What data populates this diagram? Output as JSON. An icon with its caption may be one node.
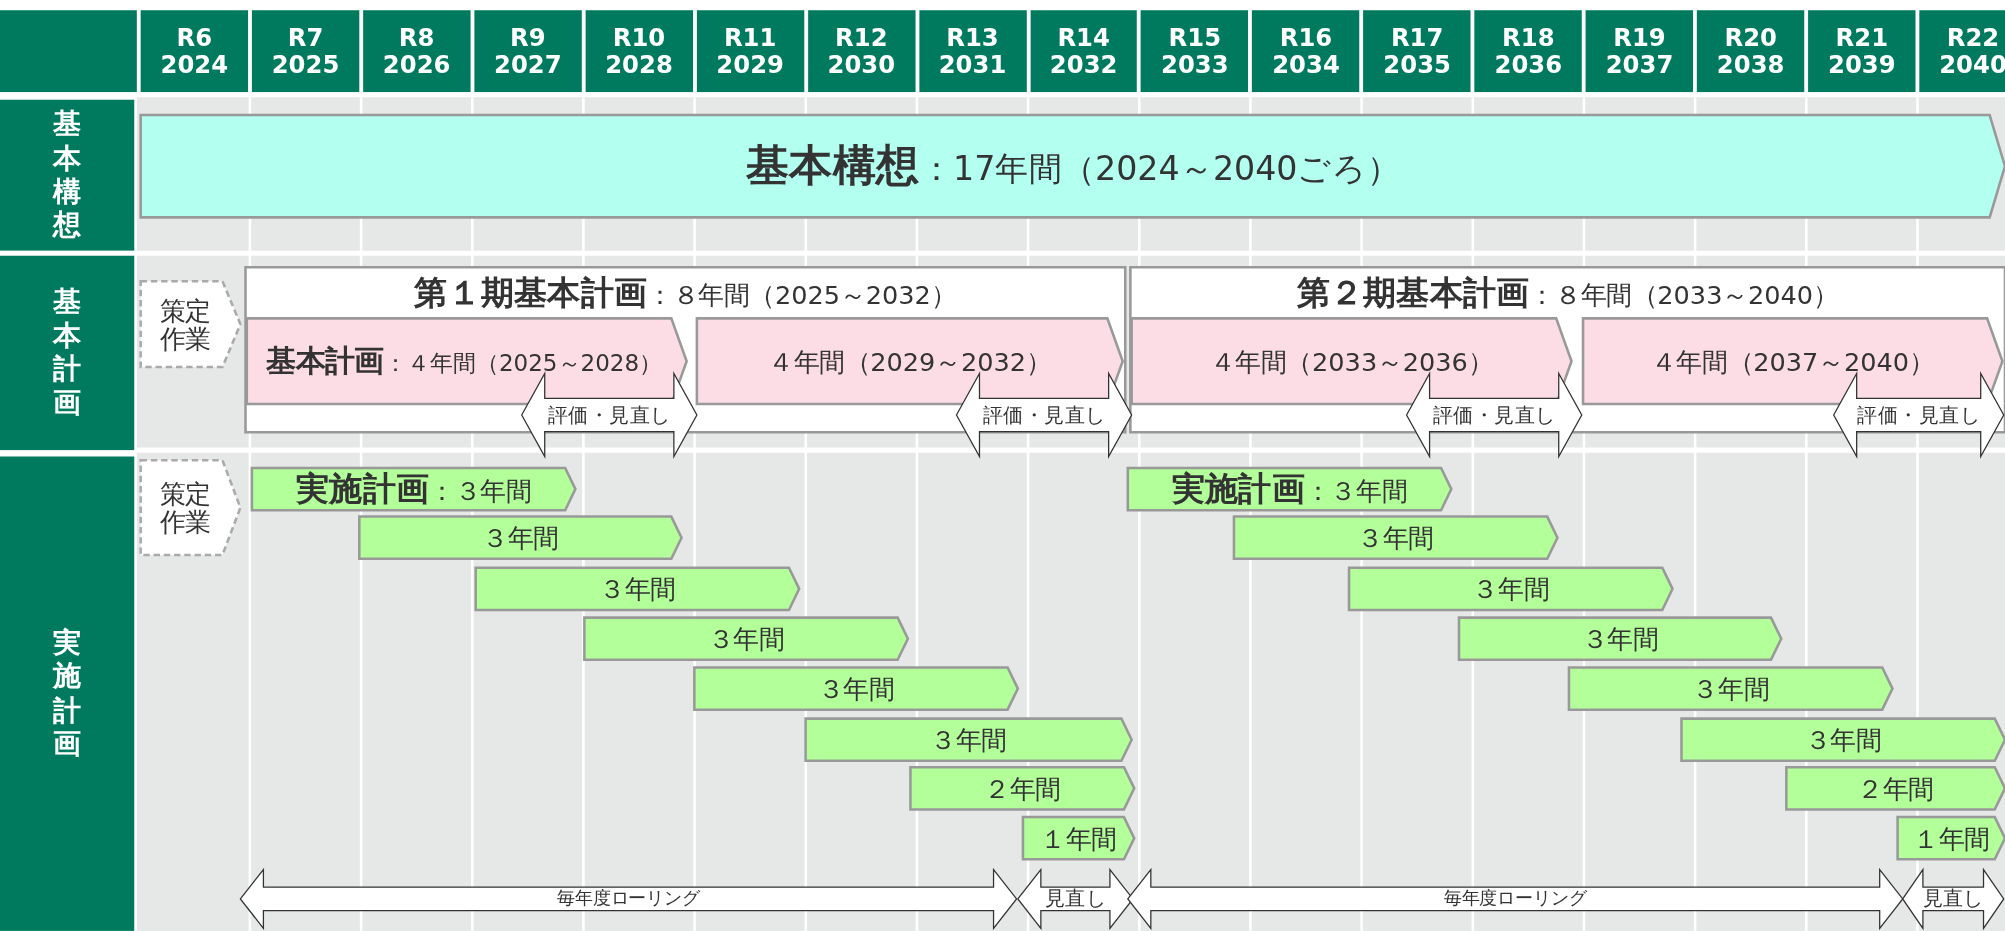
{
  "diagram": {
    "nodes": [
      {
        "text": [
          "**基本構想**：17年間（2024～2040ごろ）"
        ]
      },
      {
        "text": [
          "策定作業"
        ]
      },
      {
        "text": [
          "**第１期基本計画**：８年間（2025～2032）"
        ]
      },
      {
        "text": [
          "**基本計画**：４年間（2025～2028）"
        ],
        "in": 2
      },
      {
        "text": [
          "４年間（2029～2032）"
        ],
        "in": 2
      },
      {
        "text": [
          "評価・見直し"
        ]
      },
      {
        "text": [
          "評価・見直し"
        ]
      },
      {
        "text": [
          "**第２期基本計画**：８年間（2033～2040）"
        ]
      },
      {
        "text": [
          "４年間（2033～2036）"
        ],
        "in": 7
      },
      {
        "text": [
          "４年間（2037～2040）"
        ],
        "in": 7
      },
      {
        "text": [
          "評価・見直し"
        ]
      },
      {
        "text": [
          "評価・見直し"
        ]
      },
      {
        "text": [
          "策定作業"
        ]
      },
      {
        "text": [
          "**実施計画**：３年間"
        ]
      },
      {
        "text": [
          "３年間"
        ]
      },
      {
        "text": [
          "３年間"
        ]
      },
      {
        "text": [
          "３年間"
        ]
      },
      {
        "text": [
          "３年間"
        ]
      },
      {
        "text": [
          "３年間"
        ]
      },
      {
        "text": [
          "２年間"
        ]
      },
      {
        "text": [
          "１年間"
        ]
      },
      {
        "text": [
          "**実施計画**：３年間"
        ]
      },
      {
        "text": [
          "３年間"
        ]
      },
      {
        "text": [
          "３年間"
        ]
      },
      {
        "text": [
          "３年間"
        ]
      },
      {
        "text": [
          "３年間"
        ]
      },
      {
        "text": [
          "３年間"
        ]
      },
      {
        "text": [
          "２年間"
        ]
      },
      {
        "text": [
          "１年間"
        ]
      },
      {
        "text": [
          "毎年度ローリング"
        ]
      },
      {
        "text": [
          "見直し"
        ]
      },
      {
        "text": [
          "毎年度ローリング"
        ]
      },
      {
        "text": [
          "見直し"
        ]
      }
    ],
    "labels": [
      "R6 2024",
      "R7 2025",
      "R8 2026",
      "R9 2027",
      "R10 2028",
      "R11 2029",
      "R12 2030",
      "R13 2031",
      "R14 2032",
      "R15 2033",
      "R16 2034",
      "R17 2035",
      "R18 2036",
      "R19 2037",
      "R20 2038",
      "R21 2039",
      "R22 2040",
      "基本構想",
      "基本計画",
      "実施計画"
    ]
  }
}
